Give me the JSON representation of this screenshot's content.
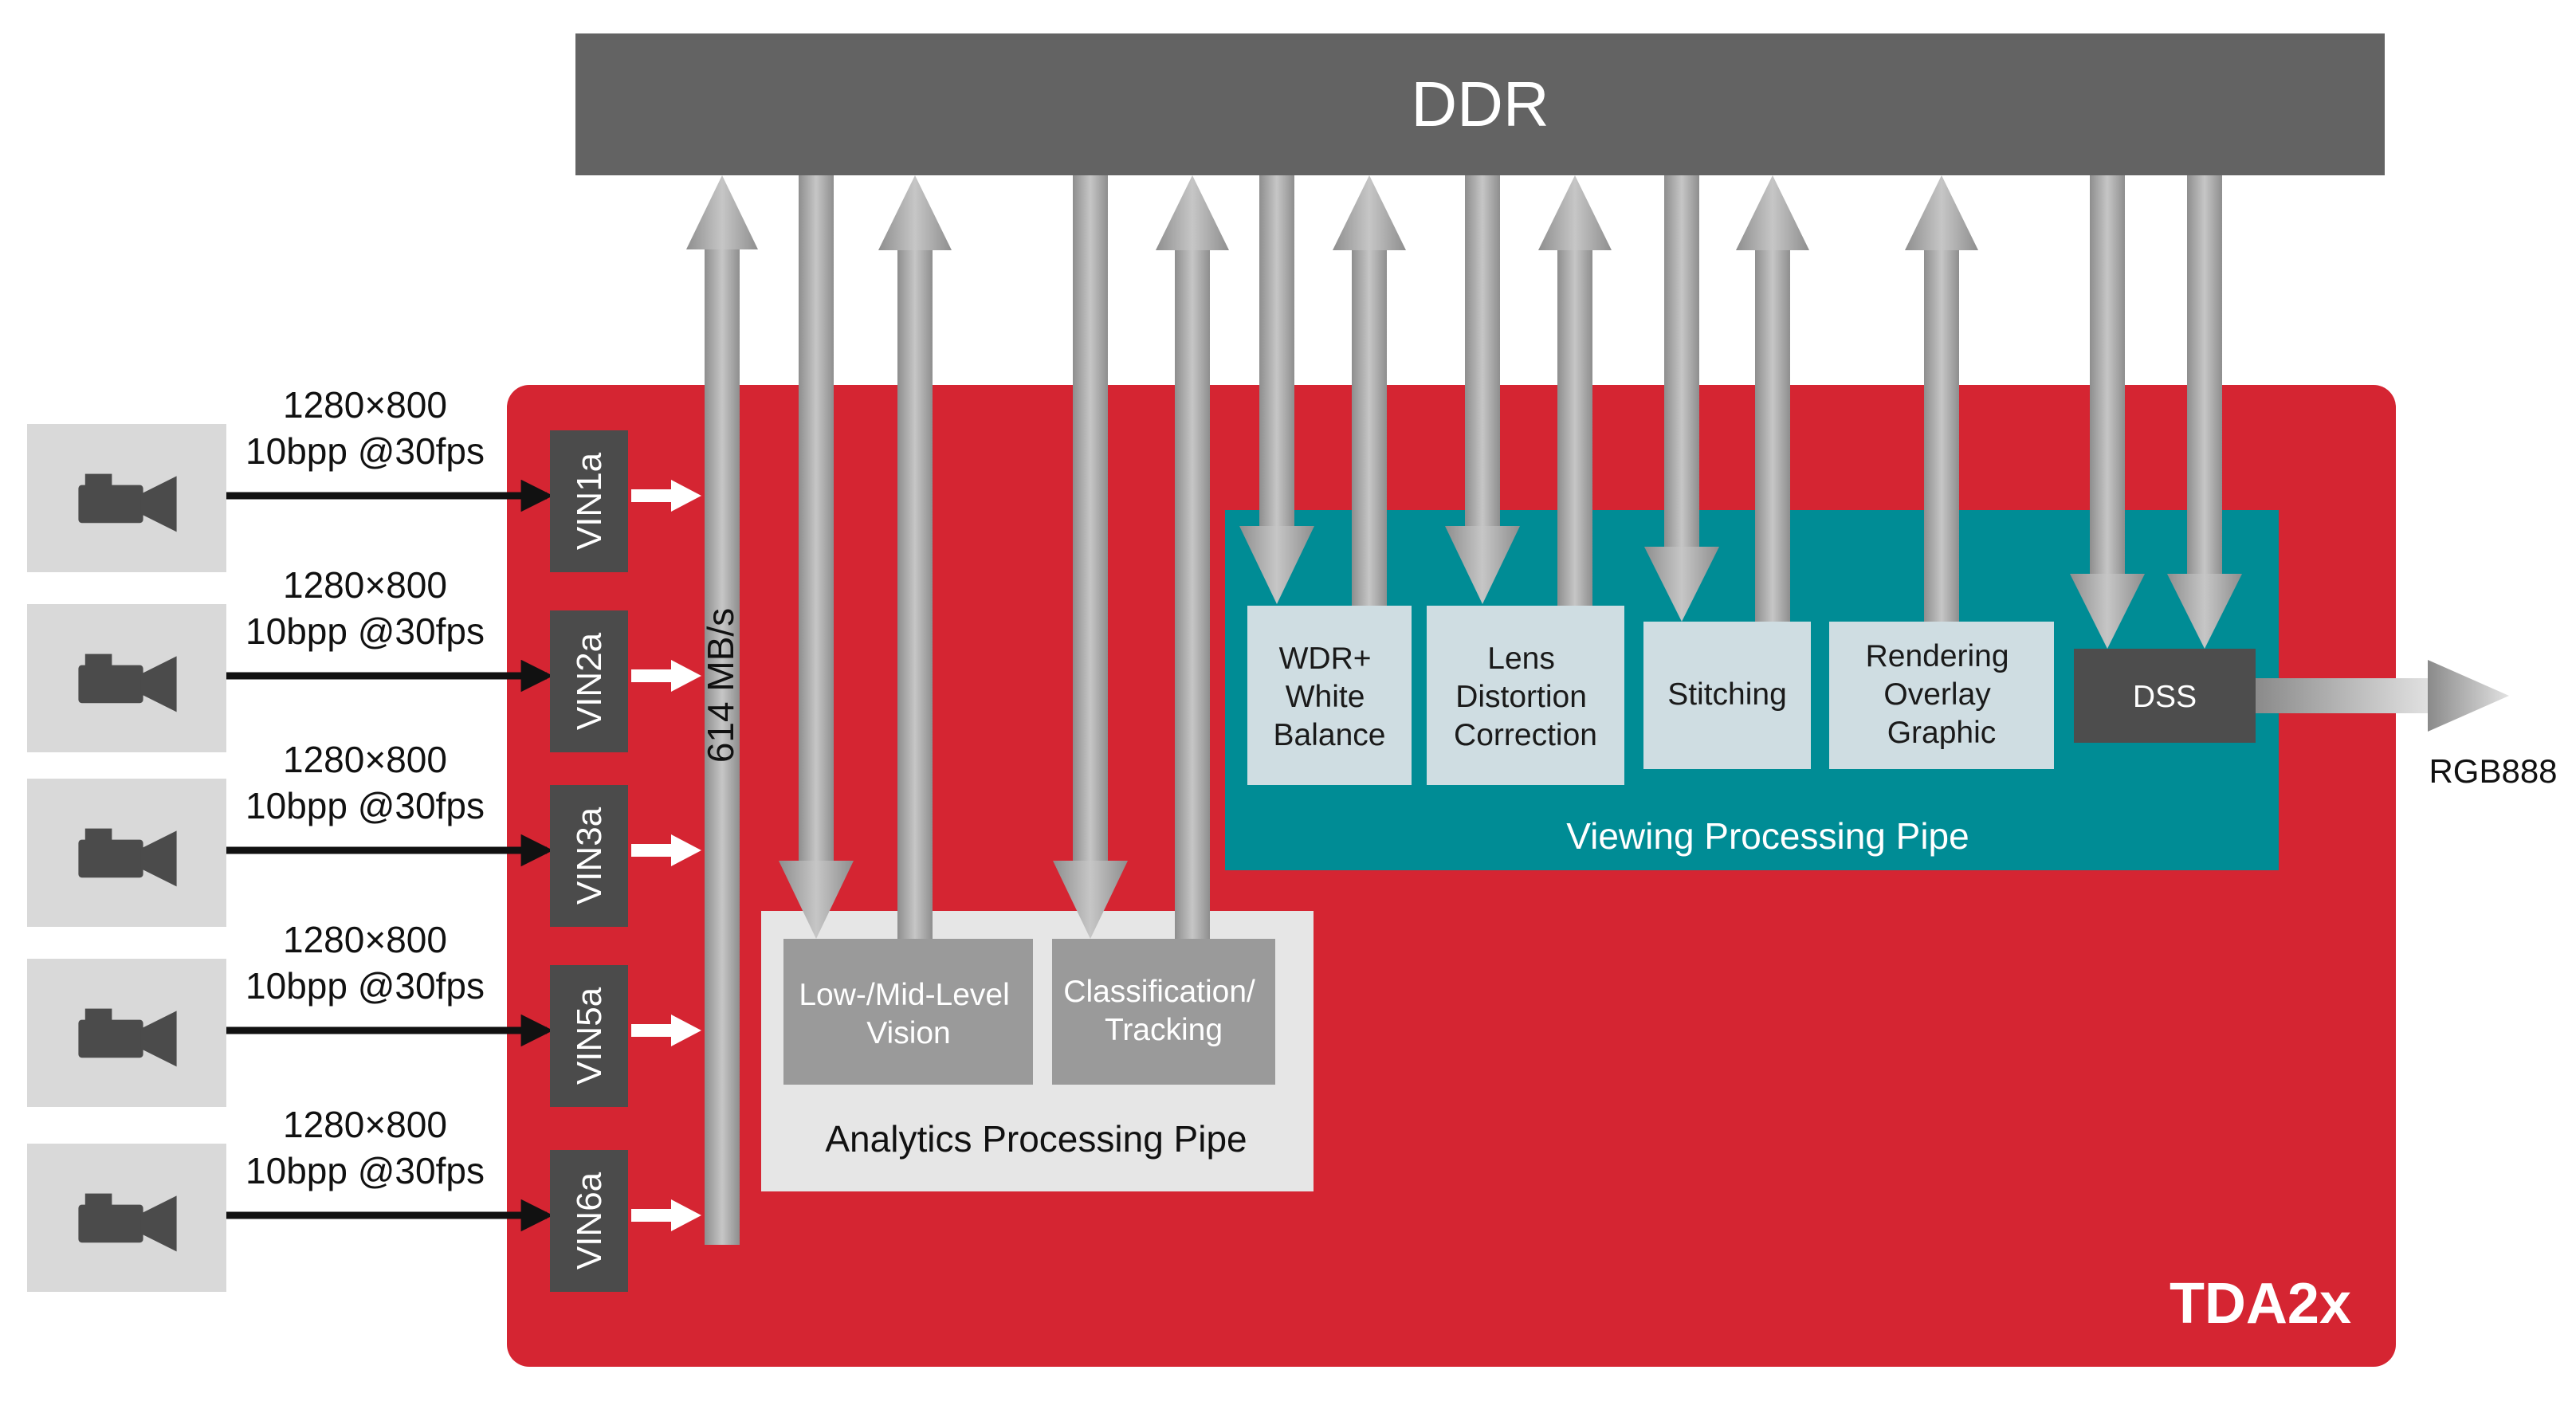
{
  "ddr": {
    "label": "DDR"
  },
  "chip": {
    "label": "TDA2x"
  },
  "bandwidth": {
    "label": "614 MB/s"
  },
  "cameras": [
    {
      "resolution": "1280×800",
      "format": "10bpp @30fps",
      "vin": "VIN1a"
    },
    {
      "resolution": "1280×800",
      "format": "10bpp @30fps",
      "vin": "VIN2a"
    },
    {
      "resolution": "1280×800",
      "format": "10bpp @30fps",
      "vin": "VIN3a"
    },
    {
      "resolution": "1280×800",
      "format": "10bpp @30fps",
      "vin": "VIN5a"
    },
    {
      "resolution": "1280×800",
      "format": "10bpp @30fps",
      "vin": "VIN6a"
    }
  ],
  "analytics": {
    "title": "Analytics Processing Pipe",
    "blocks": [
      {
        "lines": [
          "Low-/Mid-Level",
          "Vision"
        ]
      },
      {
        "lines": [
          "Classification/",
          "Tracking"
        ]
      }
    ]
  },
  "viewing": {
    "title": "Viewing Processing Pipe",
    "blocks": [
      {
        "lines": [
          "WDR+",
          "White",
          "Balance"
        ]
      },
      {
        "lines": [
          "Lens",
          "Distortion",
          "Correction"
        ]
      },
      {
        "lines": [
          "Stitching"
        ]
      },
      {
        "lines": [
          "Rendering",
          "Overlay",
          "Graphic"
        ]
      }
    ],
    "dss": "DSS"
  },
  "output": {
    "label": "RGB888"
  },
  "colors": {
    "ddr": "#636363",
    "chip": "#d52532",
    "teal": "#008c95",
    "analytics_bg": "#e6e6e6",
    "analytics_block": "#9a9a9a",
    "viewing_block": "#cfdde2",
    "dss": "#4d4d4d",
    "vin": "#4b4b4b",
    "camera_bg": "#d9d9d9",
    "camera_icon": "#4b4b4b"
  }
}
